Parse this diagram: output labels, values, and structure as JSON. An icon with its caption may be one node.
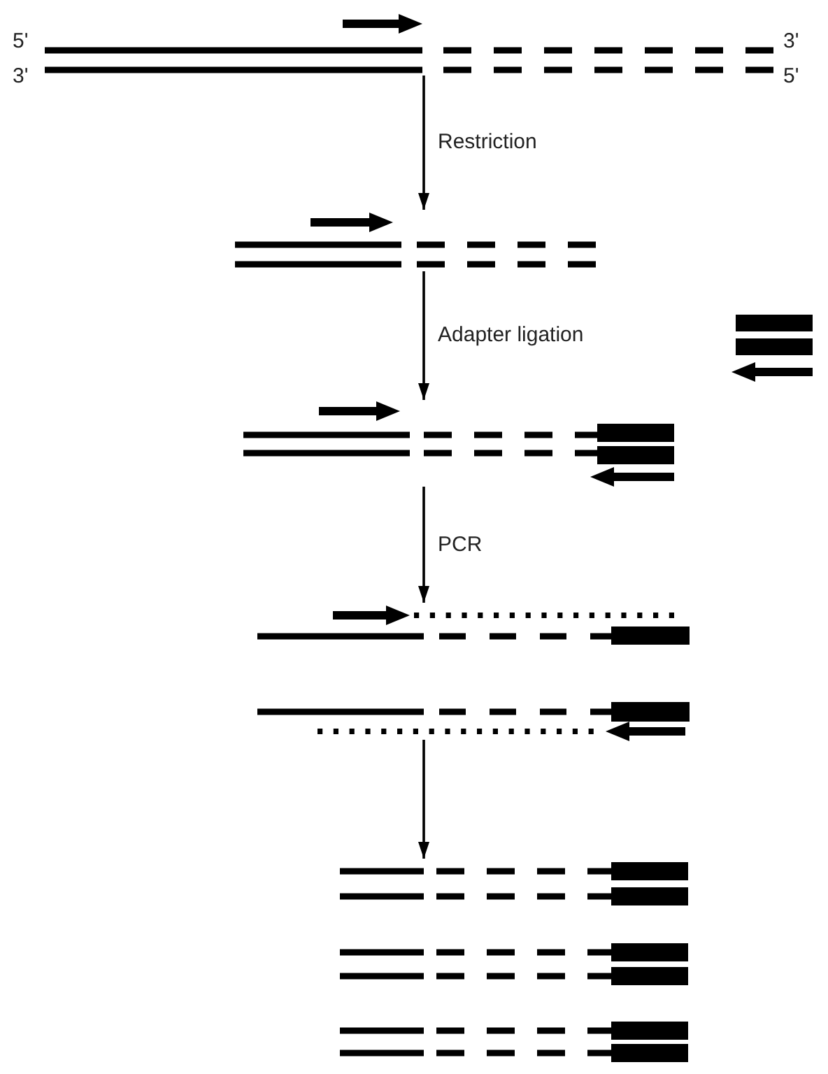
{
  "diagram": {
    "nodes": [
      {
        "text": [],
        "shape": "picture",
        "beside": [
          "5'",
          "3'",
          "3'",
          "5'"
        ]
      },
      {
        "text": [],
        "shape": "picture"
      },
      {
        "text": [],
        "shape": "picture"
      },
      {
        "text": [],
        "shape": "picture"
      },
      {
        "text": [],
        "shape": "picture"
      }
    ],
    "edges": [
      {
        "from": 0,
        "to": 1,
        "arrow": "to",
        "label": "Restriction"
      },
      {
        "from": 1,
        "to": 2,
        "arrow": "to",
        "label": "Adapter ligation"
      },
      {
        "from": 2,
        "to": 3,
        "arrow": "to",
        "label": "PCR"
      },
      {
        "from": 3,
        "to": 4,
        "arrow": "to"
      }
    ]
  }
}
